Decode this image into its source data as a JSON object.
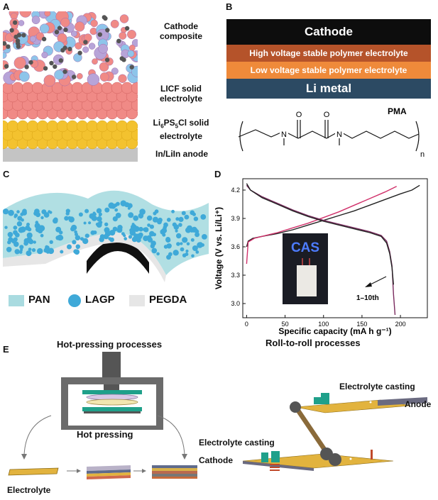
{
  "panelA": {
    "label": "A",
    "cathode_line1": "Cathode",
    "cathode_line2": "composite",
    "licf_line1": "LICF solid",
    "licf_line2": "electrolyte",
    "lpscl_pre": "Li",
    "lpscl_s1": "6",
    "lpscl_mid1": "PS",
    "lpscl_s2": "5",
    "lpscl_post": "Cl solid",
    "lpscl_line2": "electrolyte",
    "anode": "In/LiIn anode"
  },
  "panelB": {
    "label": "B",
    "layers": [
      "Cathode",
      "High voltage stable polymer electrolyte",
      "Low voltage stable polymer electrolyte",
      "Li metal"
    ],
    "colors": [
      "#0d0d0d",
      "#b5532a",
      "#ef8a3a",
      "#2c4a63"
    ],
    "polymer_name": "PMA",
    "atom_o": "O",
    "atom_n": "N",
    "subscript_n": "n"
  },
  "panelC": {
    "label": "C",
    "legend": [
      {
        "name": "PAN",
        "color": "#a9dbe0"
      },
      {
        "name": "LAGP",
        "color": "#3fa9d8"
      },
      {
        "name": "PEGDA",
        "color": "#e6e6e6"
      }
    ]
  },
  "panelD": {
    "label": "D",
    "xlabel": "Specific capacity (mA h g⁻¹)",
    "ylabel": "Voltage (V vs. Li/Li⁺)",
    "xticks": [
      "0",
      "50",
      "100",
      "150",
      "200"
    ],
    "yticks": [
      "3.0",
      "3.3",
      "3.6",
      "3.9",
      "4.2"
    ],
    "inset_text": "CAS",
    "annotation": "1–10th"
  },
  "chart_data": {
    "type": "line",
    "xlabel": "Specific capacity (mA h g⁻¹)",
    "ylabel": "Voltage (V vs. Li/Li⁺)",
    "xlim": [
      -5,
      235
    ],
    "ylim": [
      2.85,
      4.32
    ],
    "grid": false,
    "series": [
      {
        "role": "charge-1st",
        "color": "#222222",
        "x": [
          0,
          2,
          8,
          20,
          40,
          60,
          80,
          100,
          120,
          140,
          160,
          180,
          200,
          215,
          225
        ],
        "y": [
          3.6,
          3.66,
          3.69,
          3.71,
          3.74,
          3.78,
          3.83,
          3.88,
          3.93,
          3.98,
          4.04,
          4.1,
          4.16,
          4.2,
          4.25
        ]
      },
      {
        "role": "charge-cycles",
        "color": "#d0306a",
        "x": [
          0,
          2,
          10,
          20,
          40,
          60,
          80,
          100,
          120,
          140,
          160,
          180,
          195
        ],
        "y": [
          3.42,
          3.65,
          3.69,
          3.71,
          3.75,
          3.8,
          3.85,
          3.91,
          3.97,
          4.04,
          4.11,
          4.18,
          4.24
        ]
      },
      {
        "role": "discharge-cycles",
        "color": "#7a2a5e",
        "x": [
          0,
          5,
          20,
          40,
          60,
          80,
          100,
          120,
          140,
          160,
          175,
          182,
          186,
          189,
          191,
          193
        ],
        "y": [
          4.25,
          4.2,
          4.13,
          4.06,
          3.99,
          3.93,
          3.88,
          3.84,
          3.8,
          3.76,
          3.72,
          3.66,
          3.55,
          3.4,
          3.1,
          2.88
        ]
      },
      {
        "role": "discharge-1st",
        "color": "#222222",
        "x": [
          0,
          5,
          20,
          40,
          60,
          80,
          100,
          120,
          140,
          160,
          175,
          182,
          186,
          189,
          191
        ],
        "y": [
          4.27,
          4.2,
          4.12,
          4.05,
          3.98,
          3.92,
          3.87,
          3.83,
          3.79,
          3.75,
          3.71,
          3.64,
          3.53,
          3.38,
          3.2
        ]
      }
    ]
  },
  "panelE": {
    "label": "E",
    "hot_title": "Hot-pressing processes",
    "hot_label": "Hot pressing",
    "electrolyte": "Electrolyte",
    "r2r_title": "Roll-to-roll processes",
    "casting_top": "Electrolyte casting",
    "anode": "Anode",
    "casting_bottom": "Electrolyte casting",
    "cathode": "Cathode"
  }
}
